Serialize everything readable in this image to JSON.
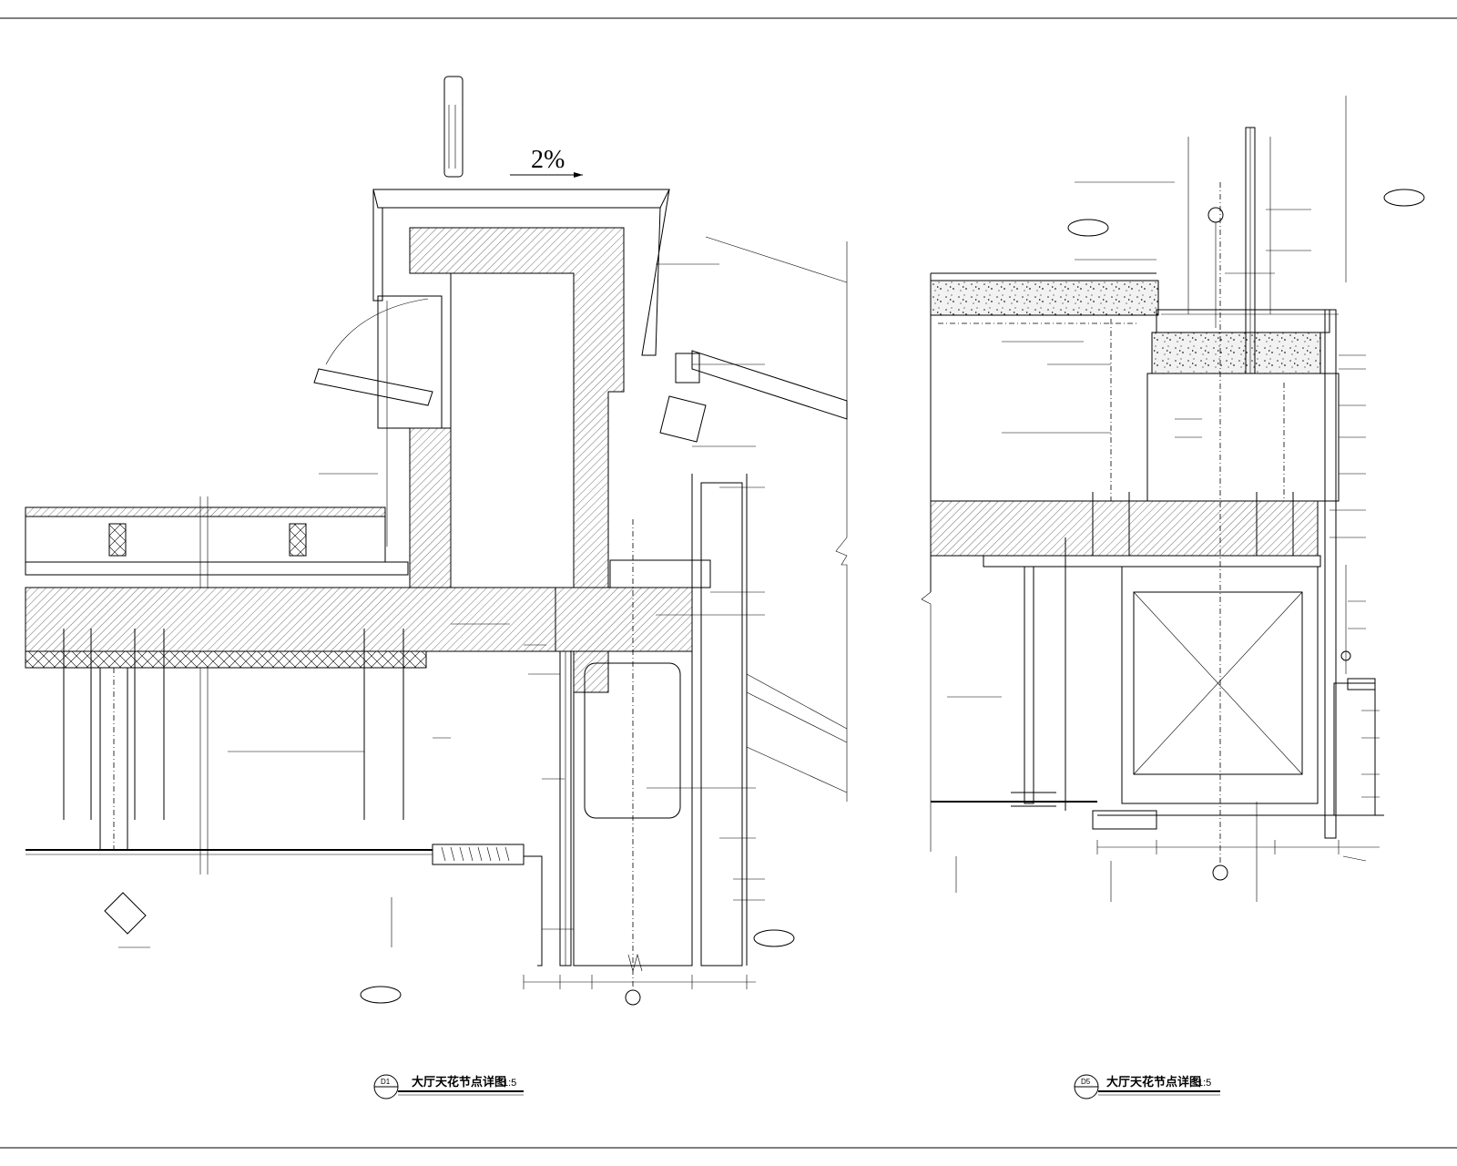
{
  "sheet": {
    "slope_label": "2%",
    "details": [
      {
        "id": "left",
        "title": "大厅天花节点详图",
        "scale": "1:5"
      },
      {
        "id": "right",
        "title": "大厅天花节点详图",
        "scale": "1:5"
      }
    ]
  }
}
